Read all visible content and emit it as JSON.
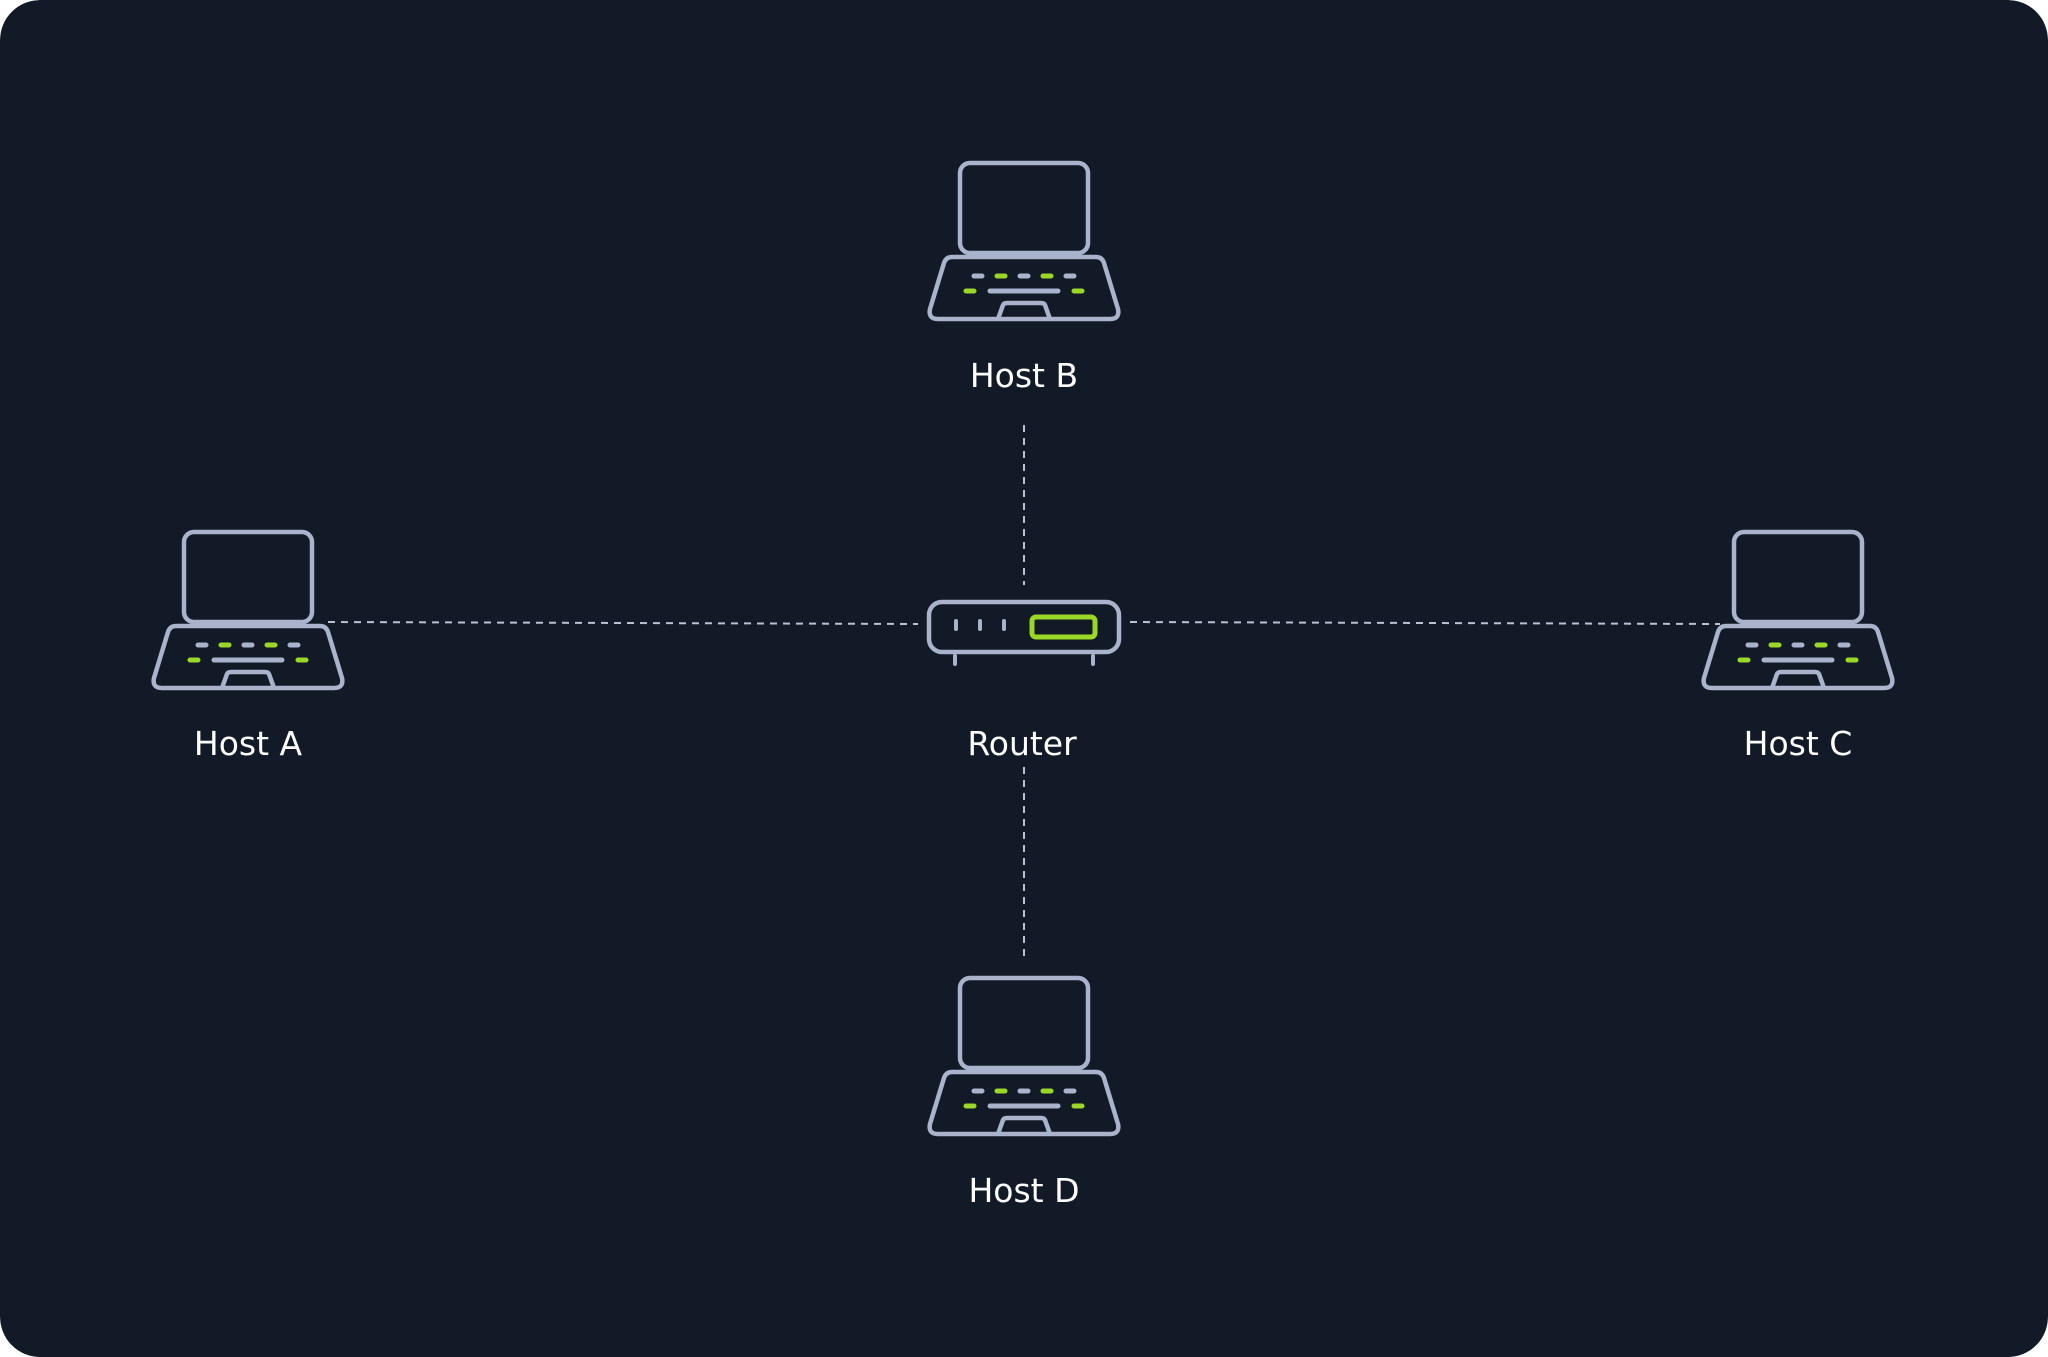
{
  "colors": {
    "background": "#121a27",
    "outline": "#a9b4cc",
    "accent": "#9bd727",
    "text": "#ffffff",
    "link": "#b9c1d3"
  },
  "router": {
    "label": "Router",
    "icon": "router-icon"
  },
  "hosts": [
    {
      "key": "a",
      "label": "Host A",
      "icon": "laptop-icon"
    },
    {
      "key": "b",
      "label": "Host B",
      "icon": "laptop-icon"
    },
    {
      "key": "c",
      "label": "Host C",
      "icon": "laptop-icon"
    },
    {
      "key": "d",
      "label": "Host D",
      "icon": "laptop-icon"
    }
  ],
  "links": [
    {
      "from": "Router",
      "to": "Host A",
      "style": "dashed"
    },
    {
      "from": "Router",
      "to": "Host B",
      "style": "dashed"
    },
    {
      "from": "Router",
      "to": "Host C",
      "style": "dashed"
    },
    {
      "from": "Router",
      "to": "Host D",
      "style": "dashed"
    }
  ]
}
